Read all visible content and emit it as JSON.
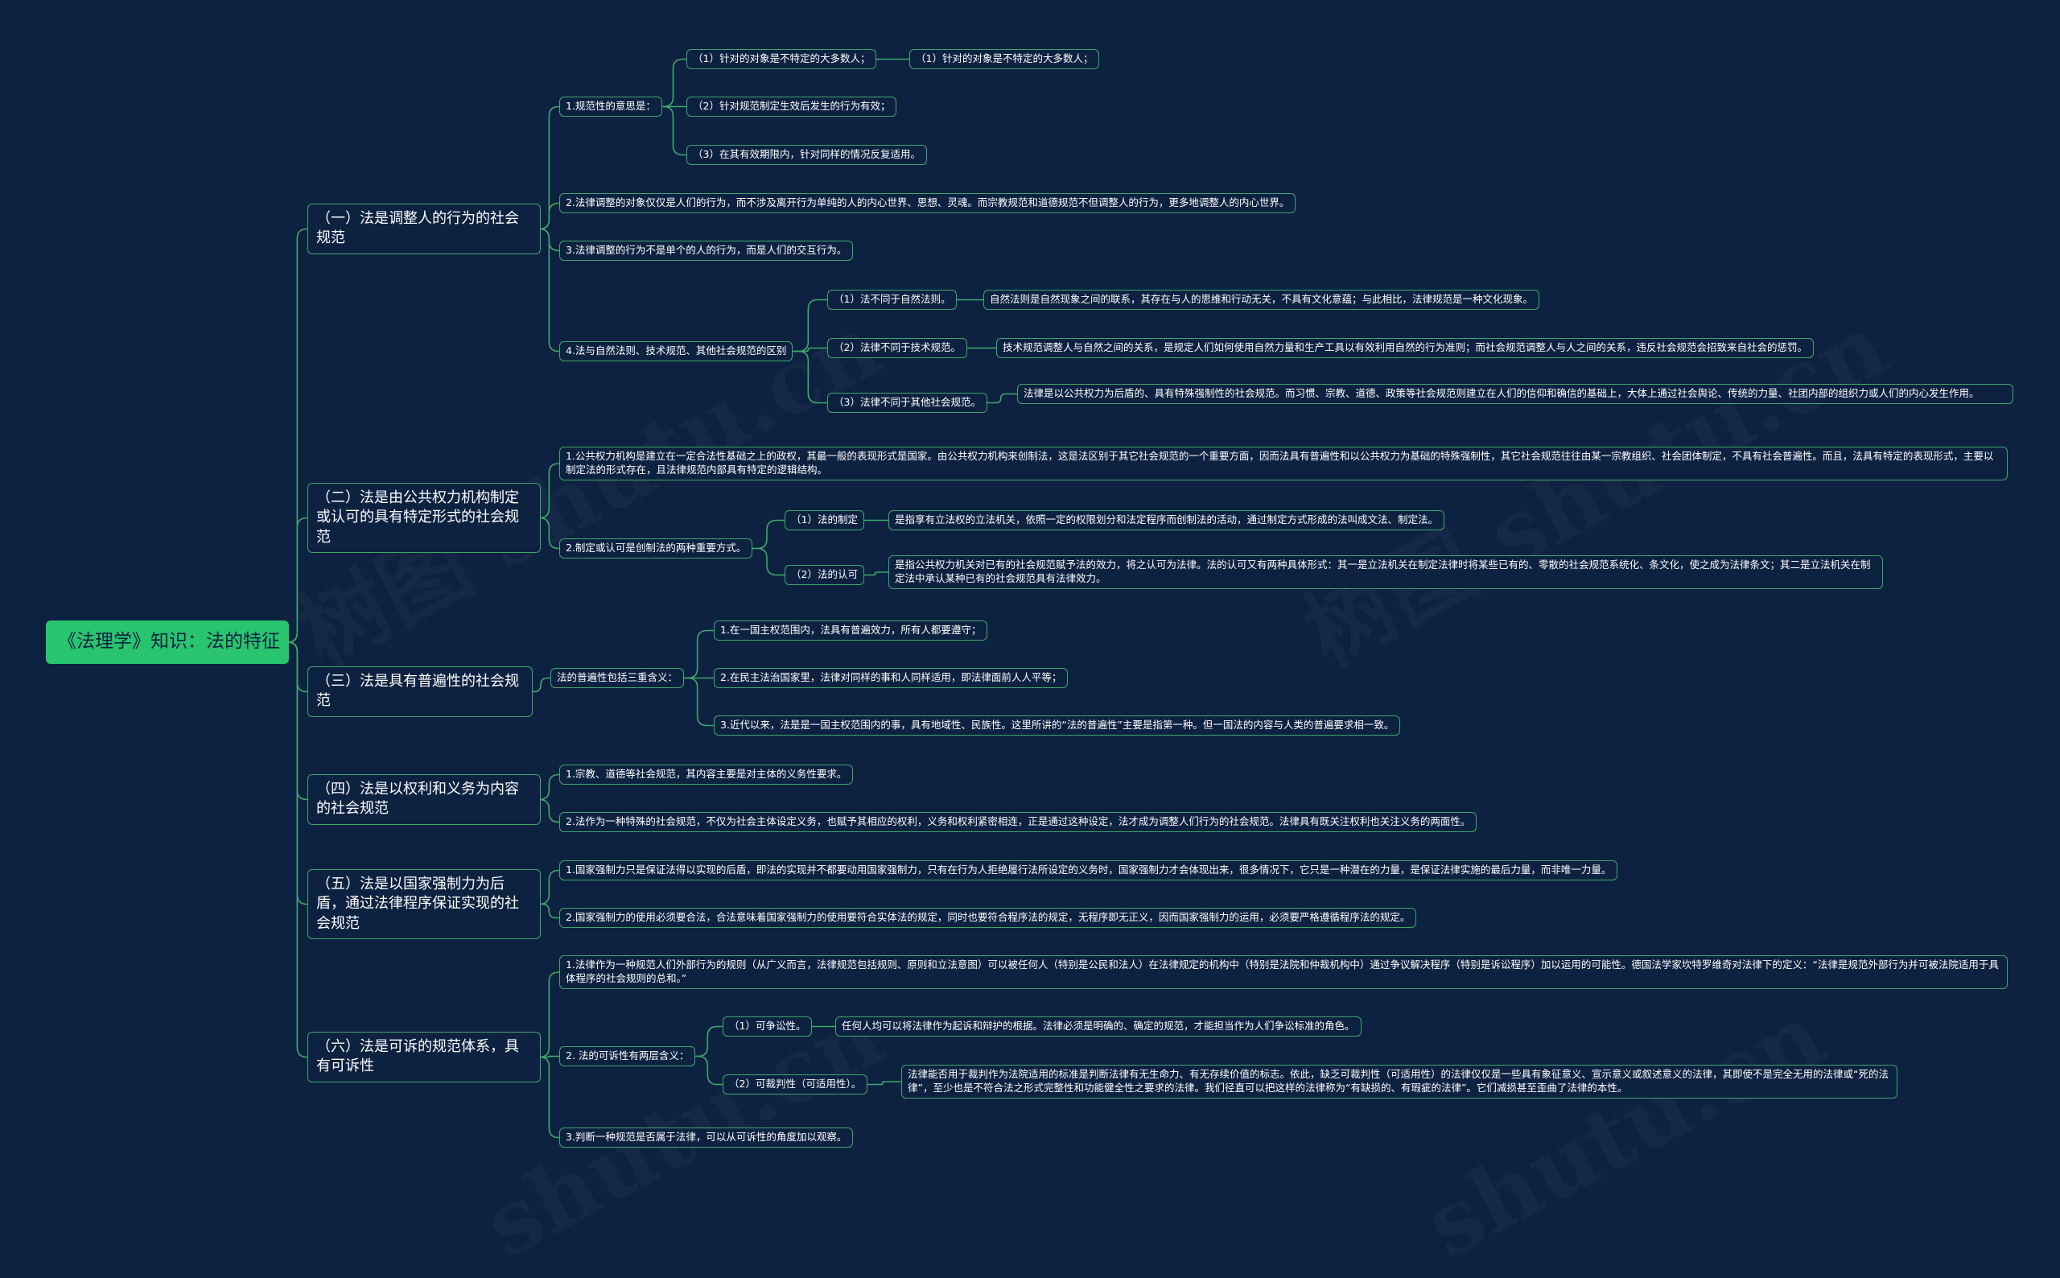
{
  "root": "《法理学》知识：法的特征",
  "n1": {
    "title": "（一）法是调整人的行为的社会规范",
    "a": "1.规范性的意思是：",
    "a1": "（1）针对的对象是不特定的大多数人；",
    "a1x": "（1）针对的对象是不特定的大多数人；",
    "a2": "（2）针对规范制定生效后发生的行为有效；",
    "a3": "（3）在其有效期限内，针对同样的情况反复适用。",
    "b": "2.法律调整的对象仅仅是人们的行为，而不涉及离开行为单纯的人的内心世界、思想、灵魂。而宗教规范和道德规范不但调整人的行为，更多地调整人的内心世界。",
    "c": "3.法律调整的行为不是单个的人的行为，而是人们的交互行为。",
    "d": "4.法与自然法则、技术规范、其他社会规范的区别",
    "d1": "（1）法不同于自然法则。",
    "d1x": "自然法则是自然现象之间的联系，其存在与人的思维和行动无关，不具有文化意蕴；与此相比，法律规范是一种文化现象。",
    "d2": "（2）法律不同于技术规范。",
    "d2x": "技术规范调整人与自然之间的关系，是规定人们如何使用自然力量和生产工具以有效利用自然的行为准则；而社会规范调整人与人之间的关系，违反社会规范会招致来自社会的惩罚。",
    "d3": "（3）法律不同于其他社会规范。",
    "d3x": "法律是以公共权力为后盾的、具有特殊强制性的社会规范。而习惯、宗教、道德、政策等社会规范则建立在人们的信仰和确信的基础上，大体上通过社会舆论、传统的力量、社团内部的组织力或人们的内心发生作用。"
  },
  "n2": {
    "title": "（二）法是由公共权力机构制定或认可的具有特定形式的社会规范",
    "a": "1.公共权力机构是建立在一定合法性基础之上的政权，其最一般的表现形式是国家。由公共权力机构来创制法，这是法区别于其它社会规范的一个重要方面，因而法具有普遍性和以公共权力为基础的特殊强制性，其它社会规范往往由某一宗教组织、社会团体制定，不具有社会普遍性。而且，法具有特定的表现形式，主要以制定法的形式存在，且法律规范内部具有特定的逻辑结构。",
    "b": "2.制定或认可是创制法的两种重要方式。",
    "b1": "（1）法的制定",
    "b1x": "是指享有立法权的立法机关，依照一定的权限划分和法定程序而创制法的活动，通过制定方式形成的法叫成文法、制定法。",
    "b2": "（2）法的认可",
    "b2x": "是指公共权力机关对已有的社会规范赋予法的效力，将之认可为法律。法的认可又有两种具体形式：其一是立法机关在制定法律时将某些已有的、零散的社会规范系统化、条文化，使之成为法律条文；其二是立法机关在制定法中承认某种已有的社会规范具有法律效力。"
  },
  "n3": {
    "title": "（三）法是具有普遍性的社会规范",
    "a": "法的普遍性包括三重含义：",
    "a1": "1.在一国主权范围内，法具有普遍效力，所有人都要遵守；",
    "a2": "2.在民主法治国家里，法律对同样的事和人同样适用，即法律面前人人平等；",
    "a3": "3.近代以来，法是是一国主权范围内的事，具有地域性、民族性。这里所讲的“法的普遍性”主要是指第一种。但一国法的内容与人类的普遍要求相一致。"
  },
  "n4": {
    "title": "（四）法是以权利和义务为内容的社会规范",
    "a": "1.宗教、道德等社会规范，其内容主要是对主体的义务性要求。",
    "b": "2.法作为一种特殊的社会规范，不仅为社会主体设定义务，也赋予其相应的权利，义务和权利紧密相连，正是通过这种设定，法才成为调整人们行为的社会规范。法律具有既关注权利也关注义务的两面性。"
  },
  "n5": {
    "title": "（五）法是以国家强制力为后盾，通过法律程序保证实现的社会规范",
    "a": "1.国家强制力只是保证法得以实现的后盾，即法的实现并不都要动用国家强制力，只有在行为人拒绝履行法所设定的义务时，国家强制力才会体现出来，很多情况下，它只是一种潜在的力量，是保证法律实施的最后力量，而非唯一力量。",
    "b": "2.国家强制力的使用必须要合法，合法意味着国家强制力的使用要符合实体法的规定，同时也要符合程序法的规定，无程序即无正义，因而国家强制力的运用，必须要严格遵循程序法的规定。"
  },
  "n6": {
    "title": "（六）法是可诉的规范体系，具有可诉性",
    "a": "1.法律作为一种规范人们外部行为的规则（从广义而言，法律规范包括规则、原则和立法意图）可以被任何人（特别是公民和法人）在法律规定的机构中（特别是法院和仲裁机构中）通过争议解决程序（特别是诉讼程序）加以运用的可能性。德国法学家坎特罗维奇对法律下的定义：“法律是规范外部行为并可被法院适用于具体程序的社会规则的总和。”",
    "b": "2. 法的可诉性有两层含义：",
    "b1": "（1）可争讼性。",
    "b1x": "任何人均可以将法律作为起诉和辩护的根据。法律必须是明确的、确定的规范，才能担当作为人们争讼标准的角色。",
    "b2": "（2）可裁判性（可适用性）。",
    "b2x": "法律能否用于裁判作为法院适用的标准是判断法律有无生命力、有无存续价值的标志。依此，缺乏可裁判性（可适用性）的法律仅仅是一些具有象征意义、宣示意义或叙述意义的法律，其即使不是完全无用的法律或“死的法律”，至少也是不符合法之形式完整性和功能健全性之要求的法律。我们径直可以把这样的法律称为“有缺损的、有瑕疵的法律”。它们减损甚至歪曲了法律的本性。",
    "c": "3.判断一种规范是否属于法律，可以从可诉性的角度加以观察。"
  },
  "watermark": [
    "树图 shutu.cn",
    "树图 shutu.cn",
    "shutu.cn",
    "shutu.cn"
  ],
  "colors": {
    "background": "#0d2241",
    "root": "#29c46e",
    "line": "#3fa66b",
    "text": "#ffffff"
  }
}
